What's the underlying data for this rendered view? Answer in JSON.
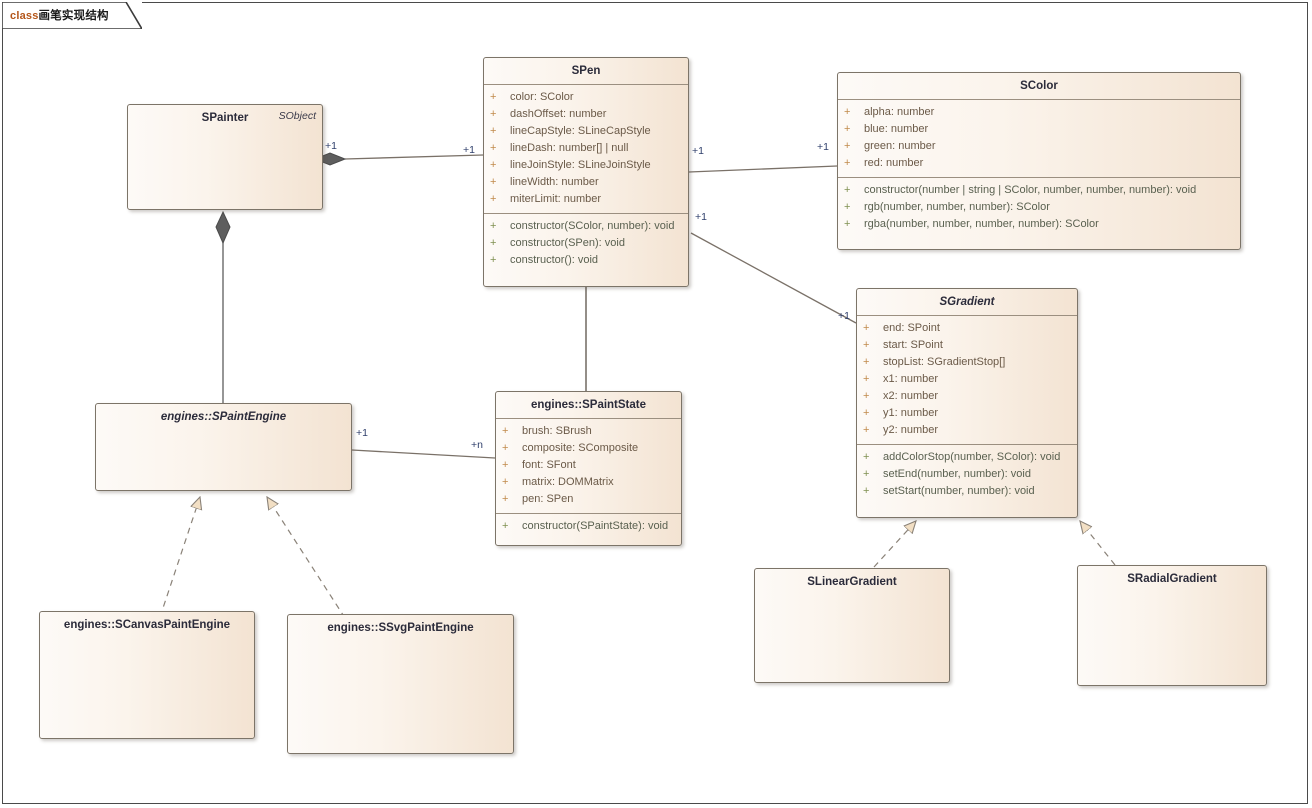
{
  "diagram": {
    "title_keyword": "class",
    "title_text": "画笔实现结构",
    "type": "uml-class-diagram"
  },
  "classes": {
    "spainter": {
      "name": "SPainter",
      "stereotype": "SObject",
      "abstract": false
    },
    "spen": {
      "name": "SPen",
      "abstract": false,
      "attributes": [
        {
          "vis": "+",
          "sig": "color: SColor"
        },
        {
          "vis": "+",
          "sig": "dashOffset: number"
        },
        {
          "vis": "+",
          "sig": "lineCapStyle: SLineCapStyle"
        },
        {
          "vis": "+",
          "sig": "lineDash: number[] | null"
        },
        {
          "vis": "+",
          "sig": "lineJoinStyle: SLineJoinStyle"
        },
        {
          "vis": "+",
          "sig": "lineWidth: number"
        },
        {
          "vis": "+",
          "sig": "miterLimit: number"
        }
      ],
      "operations": [
        {
          "vis": "+",
          "sig": "constructor(SColor, number): void"
        },
        {
          "vis": "+",
          "sig": "constructor(SPen): void"
        },
        {
          "vis": "+",
          "sig": "constructor(): void"
        }
      ]
    },
    "scolor": {
      "name": "SColor",
      "abstract": false,
      "attributes": [
        {
          "vis": "+",
          "sig": "alpha: number"
        },
        {
          "vis": "+",
          "sig": "blue: number"
        },
        {
          "vis": "+",
          "sig": "green: number"
        },
        {
          "vis": "+",
          "sig": "red: number"
        }
      ],
      "operations": [
        {
          "vis": "+",
          "sig": "constructor(number | string | SColor, number, number, number): void"
        },
        {
          "vis": "+",
          "sig": "rgb(number, number, number): SColor"
        },
        {
          "vis": "+",
          "sig": "rgba(number, number, number, number): SColor"
        }
      ]
    },
    "sgradient": {
      "name": "SGradient",
      "abstract": true,
      "attributes": [
        {
          "vis": "+",
          "sig": "end: SPoint"
        },
        {
          "vis": "+",
          "sig": "start: SPoint"
        },
        {
          "vis": "+",
          "sig": "stopList: SGradientStop[]"
        },
        {
          "vis": "+",
          "sig": "x1: number"
        },
        {
          "vis": "+",
          "sig": "x2: number"
        },
        {
          "vis": "+",
          "sig": "y1: number"
        },
        {
          "vis": "+",
          "sig": "y2: number"
        }
      ],
      "operations": [
        {
          "vis": "+",
          "sig": "addColorStop(number, SColor): void"
        },
        {
          "vis": "+",
          "sig": "setEnd(number, number): void"
        },
        {
          "vis": "+",
          "sig": "setStart(number, number): void"
        }
      ]
    },
    "spaintengine": {
      "name": "engines::SPaintEngine",
      "abstract": true
    },
    "spaintstate": {
      "name": "engines::SPaintState",
      "abstract": false,
      "attributes": [
        {
          "vis": "+",
          "sig": "brush: SBrush"
        },
        {
          "vis": "+",
          "sig": "composite: SComposite"
        },
        {
          "vis": "+",
          "sig": "font: SFont"
        },
        {
          "vis": "+",
          "sig": "matrix: DOMMatrix"
        },
        {
          "vis": "+",
          "sig": "pen: SPen"
        }
      ],
      "operations": [
        {
          "vis": "+",
          "sig": "constructor(SPaintState): void"
        }
      ]
    },
    "scanvaspaintengine": {
      "name": "engines::SCanvasPaintEngine",
      "abstract": false
    },
    "ssvgpaintengine": {
      "name": "engines::SSvgPaintEngine",
      "abstract": false
    },
    "slineargradient": {
      "name": "SLinearGradient",
      "abstract": false
    },
    "sradialgradient": {
      "name": "SRadialGradient",
      "abstract": false
    }
  },
  "multiplicities": {
    "painter_pen_source": "+1",
    "painter_pen_target": "+1",
    "pen_color_source": "+1",
    "pen_color_target": "+1",
    "pen_gradient_source": "+1",
    "pen_gradient_target": "+1",
    "engine_state_source": "+1",
    "engine_state_target": "+n"
  },
  "colors": {
    "box_border": "#7c7468",
    "box_fill_light": "#fdfaf7",
    "box_fill_dark": "#f3e3d2",
    "attr_text": "#6b5a48",
    "op_text": "#5a6150",
    "visibility": "#c08a4a",
    "class_name": "#2b2b3a",
    "multiplicity": "#2f3f6b",
    "connector": "#7a7168",
    "diamond_fill": "#5e5e5e",
    "arrow_fill": "#f2dfc4",
    "keyword": "#b4561a"
  }
}
